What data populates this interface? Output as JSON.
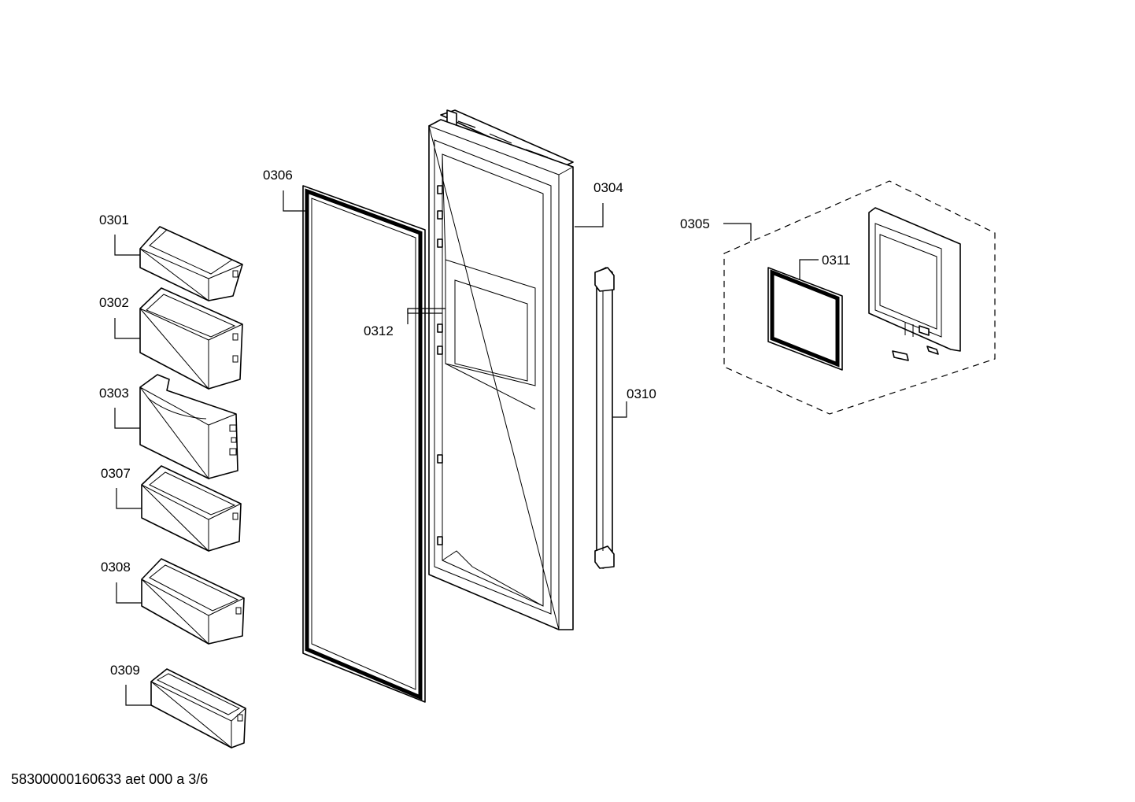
{
  "labels": {
    "p0301": "0301",
    "p0302": "0302",
    "p0303": "0303",
    "p0304": "0304",
    "p0305": "0305",
    "p0306": "0306",
    "p0307": "0307",
    "p0308": "0308",
    "p0309": "0309",
    "p0310": "0310",
    "p0311": "0311",
    "p0312": "0312"
  },
  "footer": "58300000160633 aet 000 a 3/6"
}
